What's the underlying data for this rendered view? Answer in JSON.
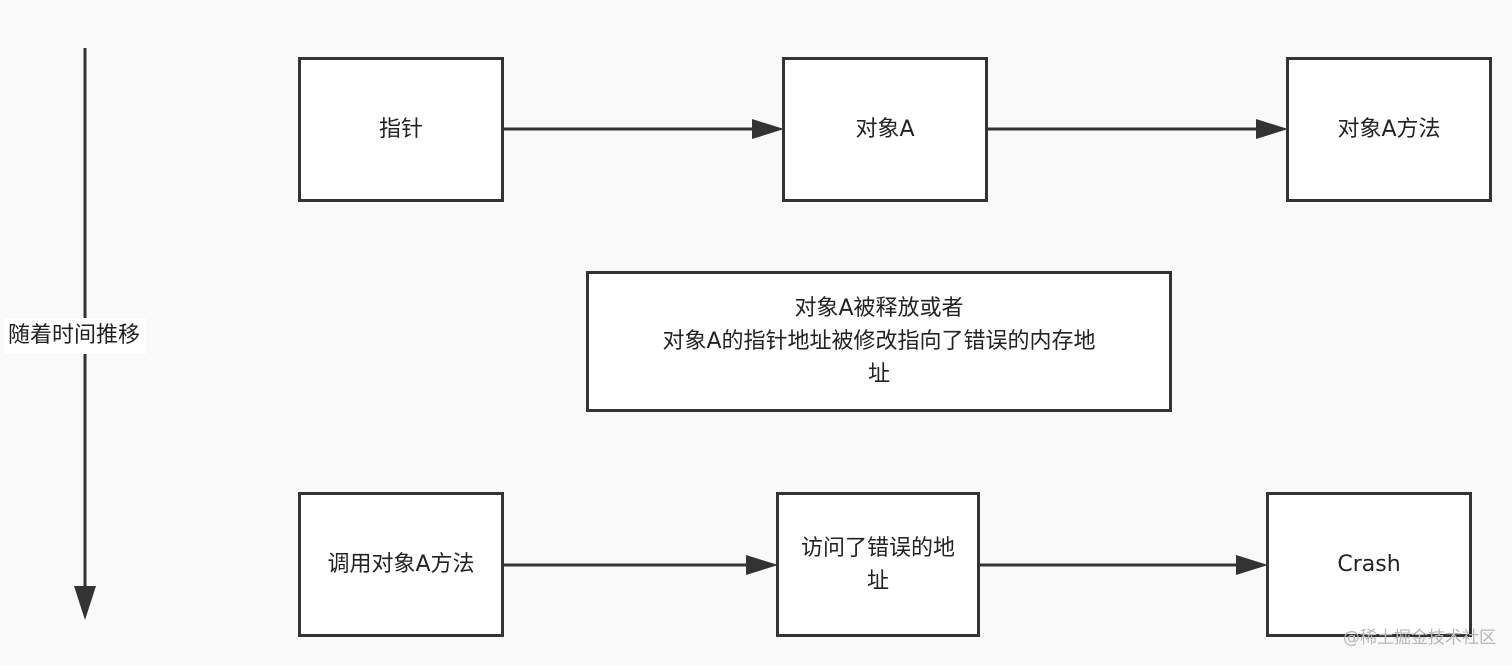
{
  "time_axis": {
    "label": "随着时间推移"
  },
  "nodes": {
    "pointer": "指针",
    "object_a": "对象A",
    "object_a_method": "对象A方法",
    "event": [
      "对象A被释放或者",
      "对象A的指针地址被修改指向了错误的内存地",
      "址"
    ],
    "call_method": "调用对象A方法",
    "access_wrong_address": "访问了错误的地址",
    "crash": "Crash"
  },
  "watermark": "@稀土掘金技术社区",
  "colors": {
    "stroke": "#333333",
    "background": "#f9f9f9",
    "box_fill": "#ffffff"
  }
}
